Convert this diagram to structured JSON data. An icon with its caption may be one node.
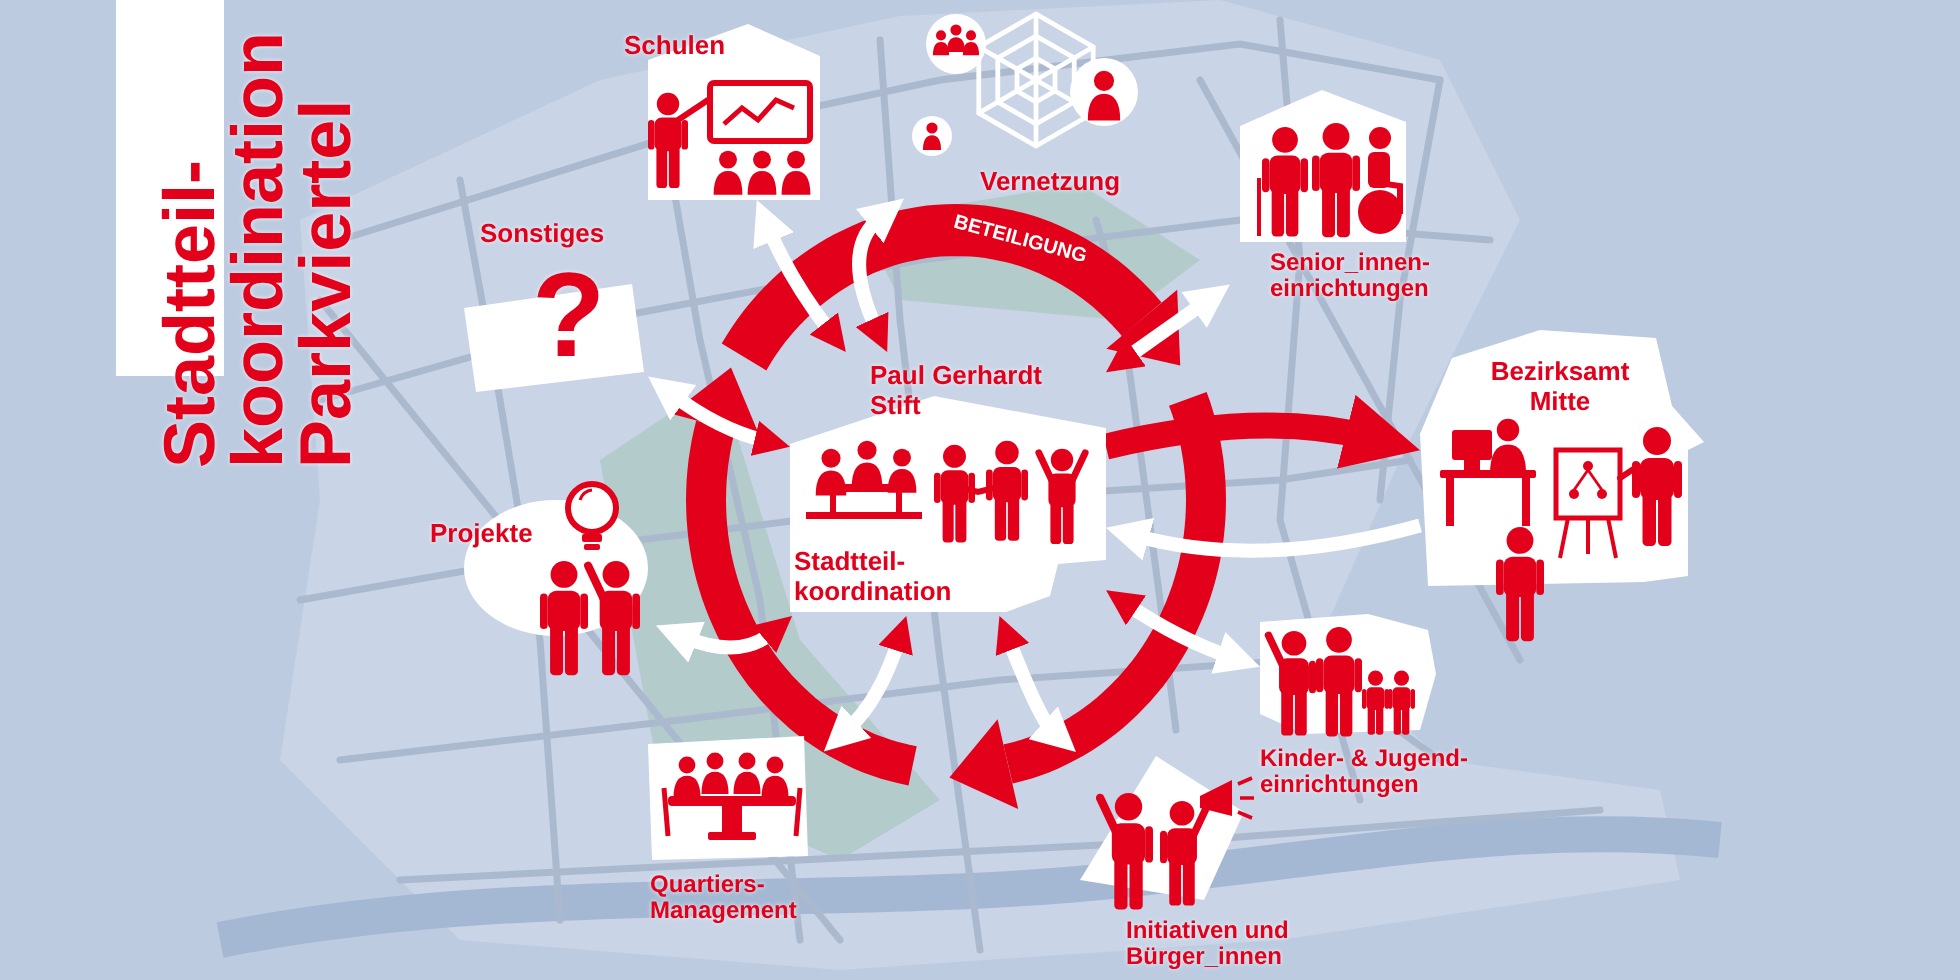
{
  "diagram": {
    "title": "Stadtteil- koordination Parkviertel",
    "nodes": [
      {
        "text": [
          "Paul Gerhardt Stift",
          "Stadtteil- koordination"
        ]
      },
      {
        "text": [
          "Schulen"
        ]
      },
      {
        "text": [
          "Vernetzung"
        ]
      },
      {
        "text": [
          "Senior_innen- einrichtungen"
        ]
      },
      {
        "text": [
          "Bezirksamt Mitte"
        ]
      },
      {
        "text": [
          "Kinder- & Jugend- einrichtungen"
        ]
      },
      {
        "text": [
          "Initiativen und Bürger_innen"
        ]
      },
      {
        "text": [
          "Quartiers- Management"
        ]
      },
      {
        "text": [
          "Projekte"
        ]
      },
      {
        "text": [
          "Sonstiges",
          "?"
        ]
      }
    ],
    "edges": [
      {
        "from": 0,
        "to": 1,
        "arrow": "both"
      },
      {
        "from": 0,
        "to": 2,
        "arrow": "both"
      },
      {
        "from": 0,
        "to": 3,
        "arrow": "both"
      },
      {
        "from": 0,
        "to": 4,
        "arrow": "to",
        "style": "thick",
        "color": "#e3001b"
      },
      {
        "from": 4,
        "to": 0,
        "arrow": "to"
      },
      {
        "from": 0,
        "to": 5,
        "arrow": "both"
      },
      {
        "from": 0,
        "to": 6,
        "arrow": "both"
      },
      {
        "from": 0,
        "to": 7,
        "arrow": "both"
      },
      {
        "from": 0,
        "to": 8,
        "arrow": "both"
      },
      {
        "from": 0,
        "to": 9,
        "arrow": "both"
      }
    ],
    "labels": [
      "BETEILIGUNG"
    ]
  }
}
